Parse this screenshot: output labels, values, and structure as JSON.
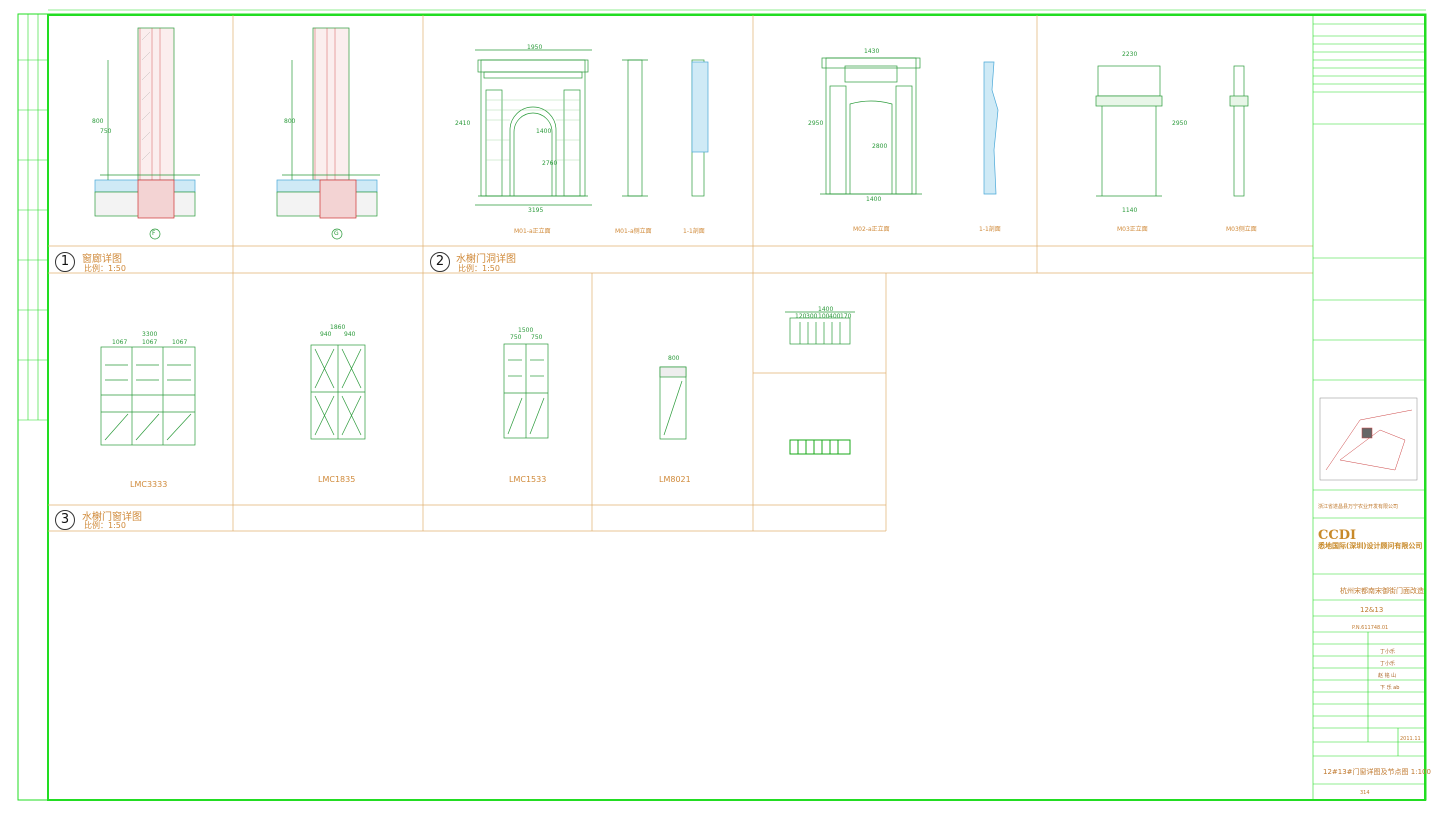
{
  "sections": [
    {
      "number": "1",
      "title": "窗廊详图",
      "scale": "比例：1:50"
    },
    {
      "number": "2",
      "title": "水榭门洞详图",
      "scale": "比例：1:50"
    },
    {
      "number": "3",
      "title": "水榭门窗详图",
      "scale": "比例：1:50"
    }
  ],
  "wall_sections": {
    "dims": [
      "800",
      "750",
      "800"
    ],
    "markers": [
      "F",
      "G"
    ]
  },
  "door_frames": {
    "m01_front_label": "M01-a正立面",
    "m01_side_label": "M01-a侧立面",
    "m01_cut_label": "1-1剖面",
    "m02_front_label": "M02-a正立面",
    "m02_cut_label": "1-1剖面",
    "m03_front_label": "M03正立面",
    "m03_side_label": "M03侧立面",
    "dims_m01": [
      "1950",
      "2410",
      "3195",
      "1400",
      "2760"
    ],
    "dims_m02": [
      "1430",
      "2950",
      "2800",
      "1400"
    ],
    "dims_m03": [
      "2230",
      "1140",
      "2950"
    ]
  },
  "windows": [
    {
      "code": "LMC3333",
      "width": "3300",
      "sub": [
        "1067",
        "1067",
        "1067"
      ]
    },
    {
      "code": "LMC1835",
      "width": "1860",
      "sub": [
        "940",
        "940"
      ]
    },
    {
      "code": "LMC1533",
      "width": "1500",
      "sub": [
        "750",
        "750"
      ]
    },
    {
      "code": "LM8021",
      "width": "800",
      "sub": []
    }
  ],
  "railing": {
    "width": "1400",
    "sub": [
      "120",
      "300",
      "100",
      "400",
      "170"
    ]
  },
  "title_block": {
    "client_cn": "浙江省遂昌县万宁农业开发有限公司",
    "company_logo": "CCDI",
    "company_name": "悉地国际(深圳)设计顾问有限公司",
    "project_name": "杭州宋都南宋御街门面改造",
    "area": "12&13",
    "project_no": "P.N.611748.01",
    "drawing_title": "12#13#门窗详图及节点图 1:100",
    "drawing_no": "314",
    "date": "2011.11",
    "signatures": [
      "丁小乐",
      "丁小乐",
      "赵 铭 山",
      "下 乐 ab"
    ]
  },
  "colors": {
    "frame": "#22dd22",
    "drawing": "#2a9a3a",
    "text": "#d08a3a",
    "hatch_red": "#cc3333",
    "hatch_blue": "#4aa8d8"
  }
}
